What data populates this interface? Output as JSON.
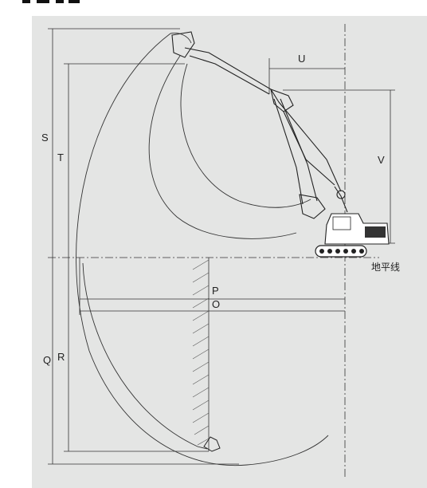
{
  "diagram": {
    "labels": {
      "S": "S",
      "T": "T",
      "U": "U",
      "V": "V",
      "P": "P",
      "O": "O",
      "Q": "Q",
      "R": "R",
      "ground": "地平线"
    },
    "colors": {
      "panel": "#e4e5e4",
      "line": "#333333",
      "machine": "#222222",
      "hatch": "#555555"
    }
  }
}
